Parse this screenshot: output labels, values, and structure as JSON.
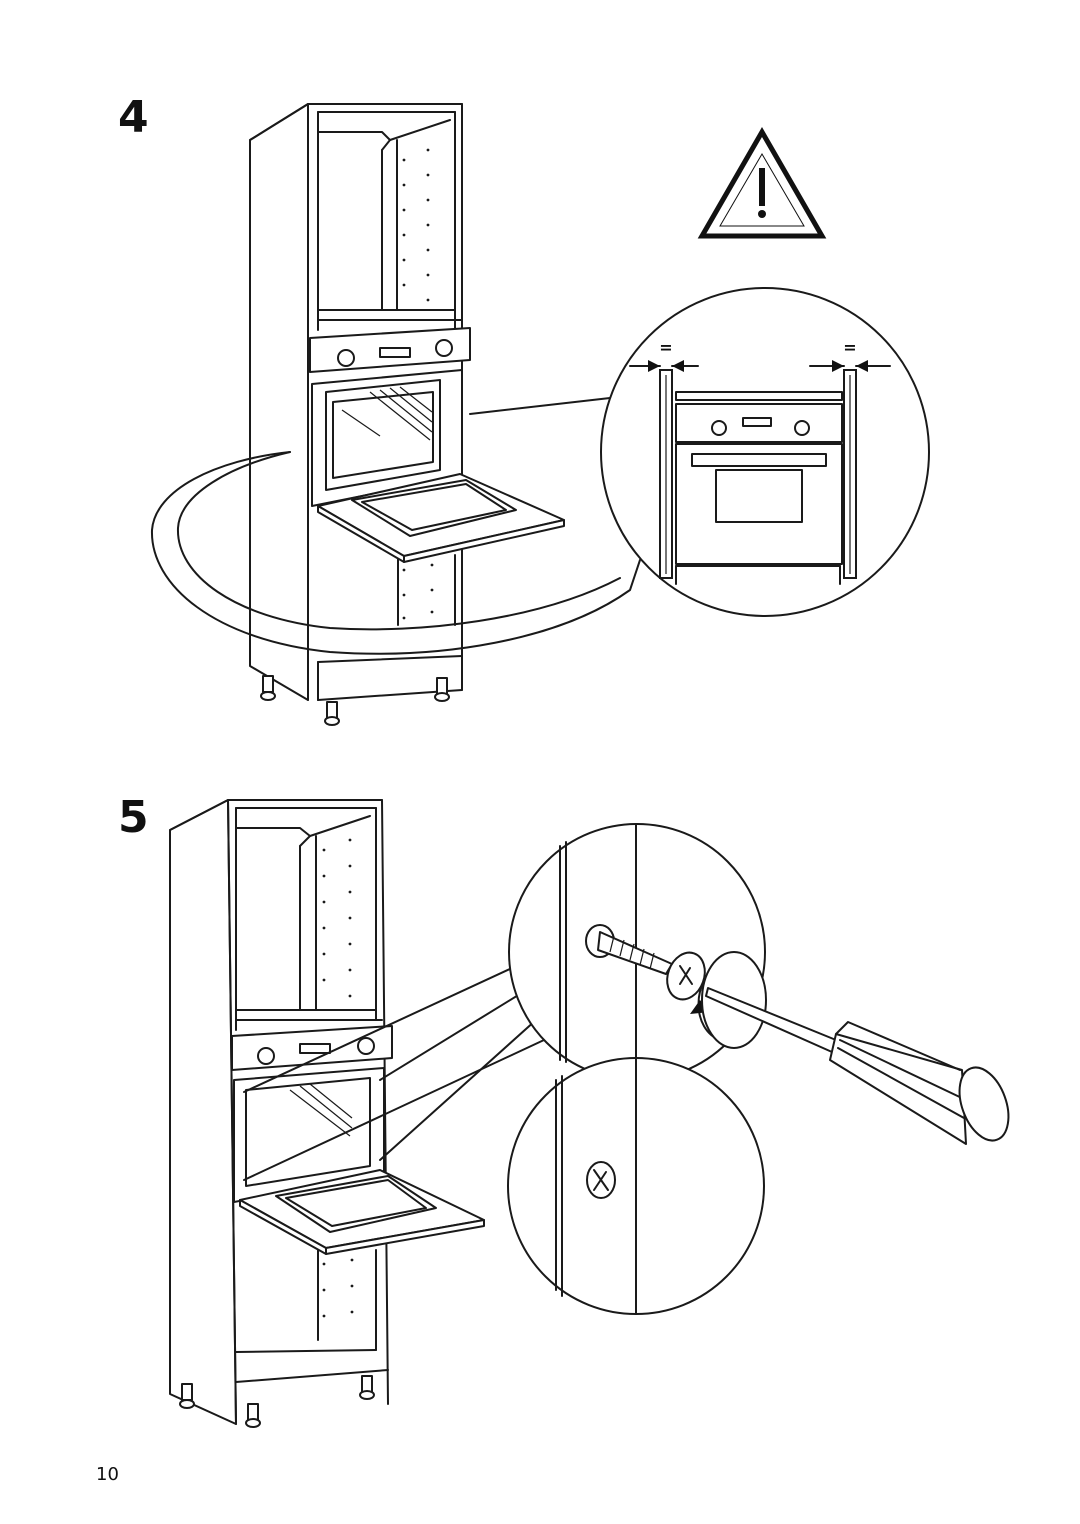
{
  "steps": [
    {
      "number": "4"
    },
    {
      "number": "5"
    }
  ],
  "step4": {
    "detail_gap_labels": [
      "=",
      "="
    ]
  },
  "page": {
    "number": "10"
  },
  "icons": [
    "warning-triangle-icon",
    "screw-icon",
    "screwdriver-icon",
    "rotation-arrow-icon"
  ]
}
